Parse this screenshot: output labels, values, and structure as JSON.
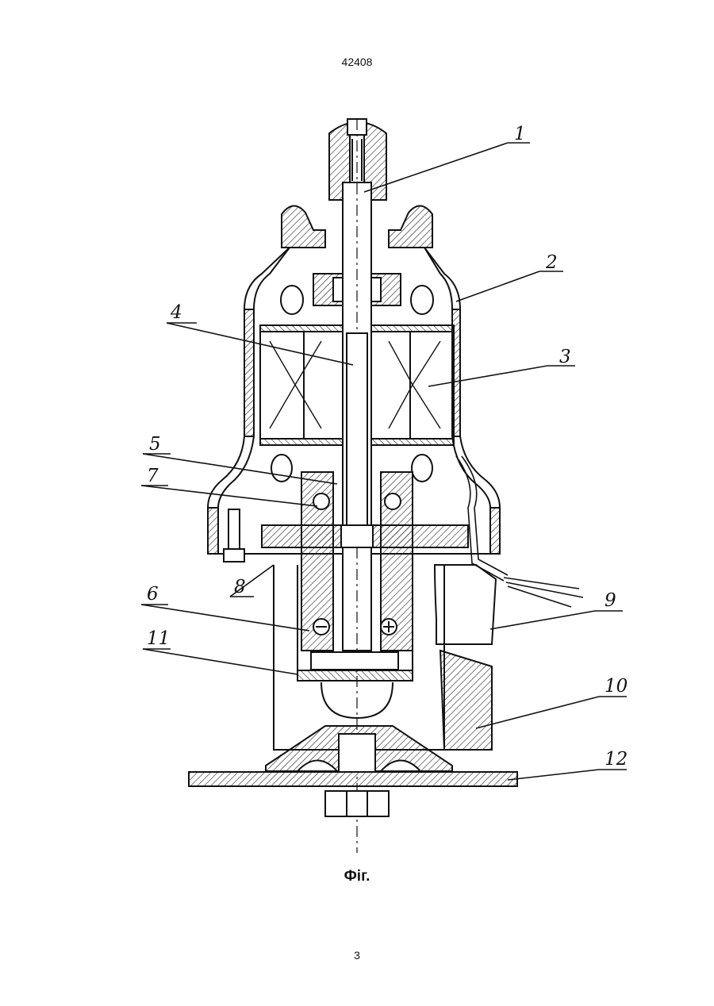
{
  "header": {
    "patent_number": "42408"
  },
  "figure": {
    "caption": "Фіг."
  },
  "footer": {
    "page_number": "3"
  },
  "reference_labels": [
    "1",
    "2",
    "3",
    "4",
    "5",
    "7",
    "8",
    "6",
    "9",
    "11",
    "10",
    "12"
  ]
}
